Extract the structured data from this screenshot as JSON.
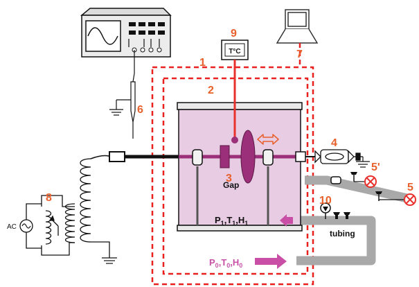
{
  "colors": {
    "accent": "#e8602c",
    "chamber_fill": "#e7cce3",
    "rod": "#9c2f7a",
    "dashed_box": "#e8201f",
    "tubing": "#a9a9a9",
    "flow_arrow": "#c94fa6",
    "valve": "#e8302c"
  },
  "icons": {
    "oscilloscope": "oscilloscope-icon",
    "laptop": "laptop-icon",
    "thermometer": "thermometer-icon",
    "probe": "hv-probe-icon",
    "transformer": "transformer-coil-icon",
    "ac_source": "ac-source-icon",
    "ground": "ground-icon",
    "valve": "valve-icon",
    "flowmeter": "flowmeter-icon",
    "double_arrow": "double-arrow-icon"
  },
  "labels": {
    "n1": "1",
    "n2": "2",
    "n3": "3",
    "n4": "4",
    "n5": "5",
    "n5p": "5'",
    "n6": "6",
    "n7": "7",
    "n8": "8",
    "n9": "9",
    "n10": "10",
    "thermometer": "T°C",
    "gap": "Gap",
    "ac": "AC",
    "tubing": "tubing"
  },
  "conditions_inner": {
    "p": "P",
    "ps": "1",
    "t": "T",
    "ts": "1",
    "h": "H",
    "hs": "1"
  },
  "conditions_outer": {
    "p": "P",
    "ps": "0",
    "t": "T",
    "ts": "0",
    "h": "H",
    "hs": "0"
  }
}
